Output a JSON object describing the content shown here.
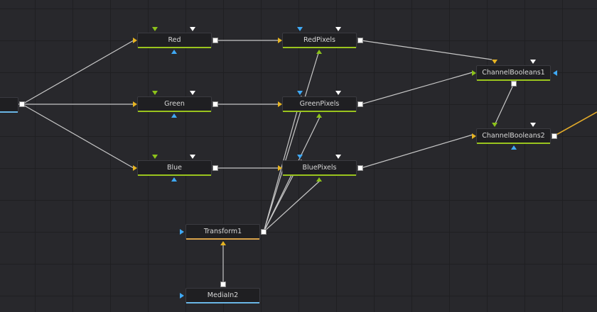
{
  "colors": {
    "background": "#28282c",
    "wire": "#c8c8c8",
    "wire_active": "#e0a92a",
    "node_bar_green": "#9ac41e",
    "node_bar_orange": "#d9a24a",
    "node_bar_blue": "#6ab6e6",
    "input_yellow": "#e6b422",
    "input_green": "#8cc21a",
    "input_blue": "#3fa9f5",
    "input_white": "#ffffff"
  },
  "nodes": {
    "red": {
      "label": "Red"
    },
    "green": {
      "label": "Green"
    },
    "blue": {
      "label": "Blue"
    },
    "redpixels": {
      "label": "RedPixels"
    },
    "greenpixels": {
      "label": "GreenPixels"
    },
    "bluepixels": {
      "label": "BluePixels"
    },
    "channelbooleans1": {
      "label": "ChannelBooleans1"
    },
    "channelbooleans2": {
      "label": "ChannelBooleans2"
    },
    "transform1": {
      "label": "Transform1"
    },
    "mediain2": {
      "label": "MediaIn2"
    }
  }
}
